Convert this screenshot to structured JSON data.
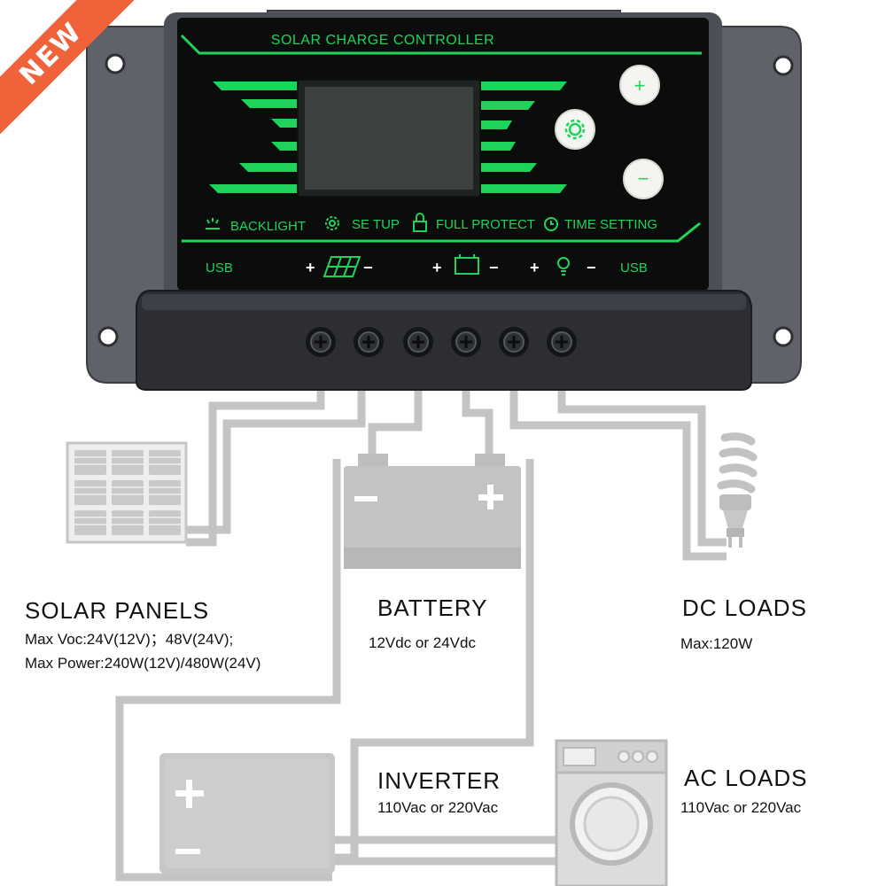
{
  "badge": "NEW",
  "controller": {
    "title": "SOLAR CHARGE CONTROLLER",
    "functions": {
      "backlight": "BACKLIGHT",
      "setup": "SE TUP",
      "protect": "FULL PROTECT",
      "time": "TIME SETTING"
    },
    "ports": {
      "usb_left": "USB",
      "usb_right": "USB",
      "plus": "+",
      "minus": "−"
    },
    "buttons": {
      "plus": "+",
      "minus": "−"
    }
  },
  "components": {
    "solar": {
      "title": "SOLAR  PANELS",
      "line1": "Max  Voc:24V(12V)；48V(24V);",
      "line2": "Max  Power:240W(12V)/480W(24V)"
    },
    "battery": {
      "title": "BATTERY",
      "spec": "12Vdc  or  24Vdc"
    },
    "dc_loads": {
      "title": "DC  LOADS",
      "spec": "Max:120W"
    },
    "inverter": {
      "title": "INVERTER",
      "spec": "110Vac  or  220Vac"
    },
    "ac_loads": {
      "title": "AC  LOADS",
      "spec": "110Vac  or  220Vac"
    }
  },
  "colors": {
    "accent_green": "#1fd35a",
    "housing": "#5d6066",
    "panel": "#0b0d0c",
    "badge": "#f0623a",
    "wire": "#c6c6c6"
  }
}
